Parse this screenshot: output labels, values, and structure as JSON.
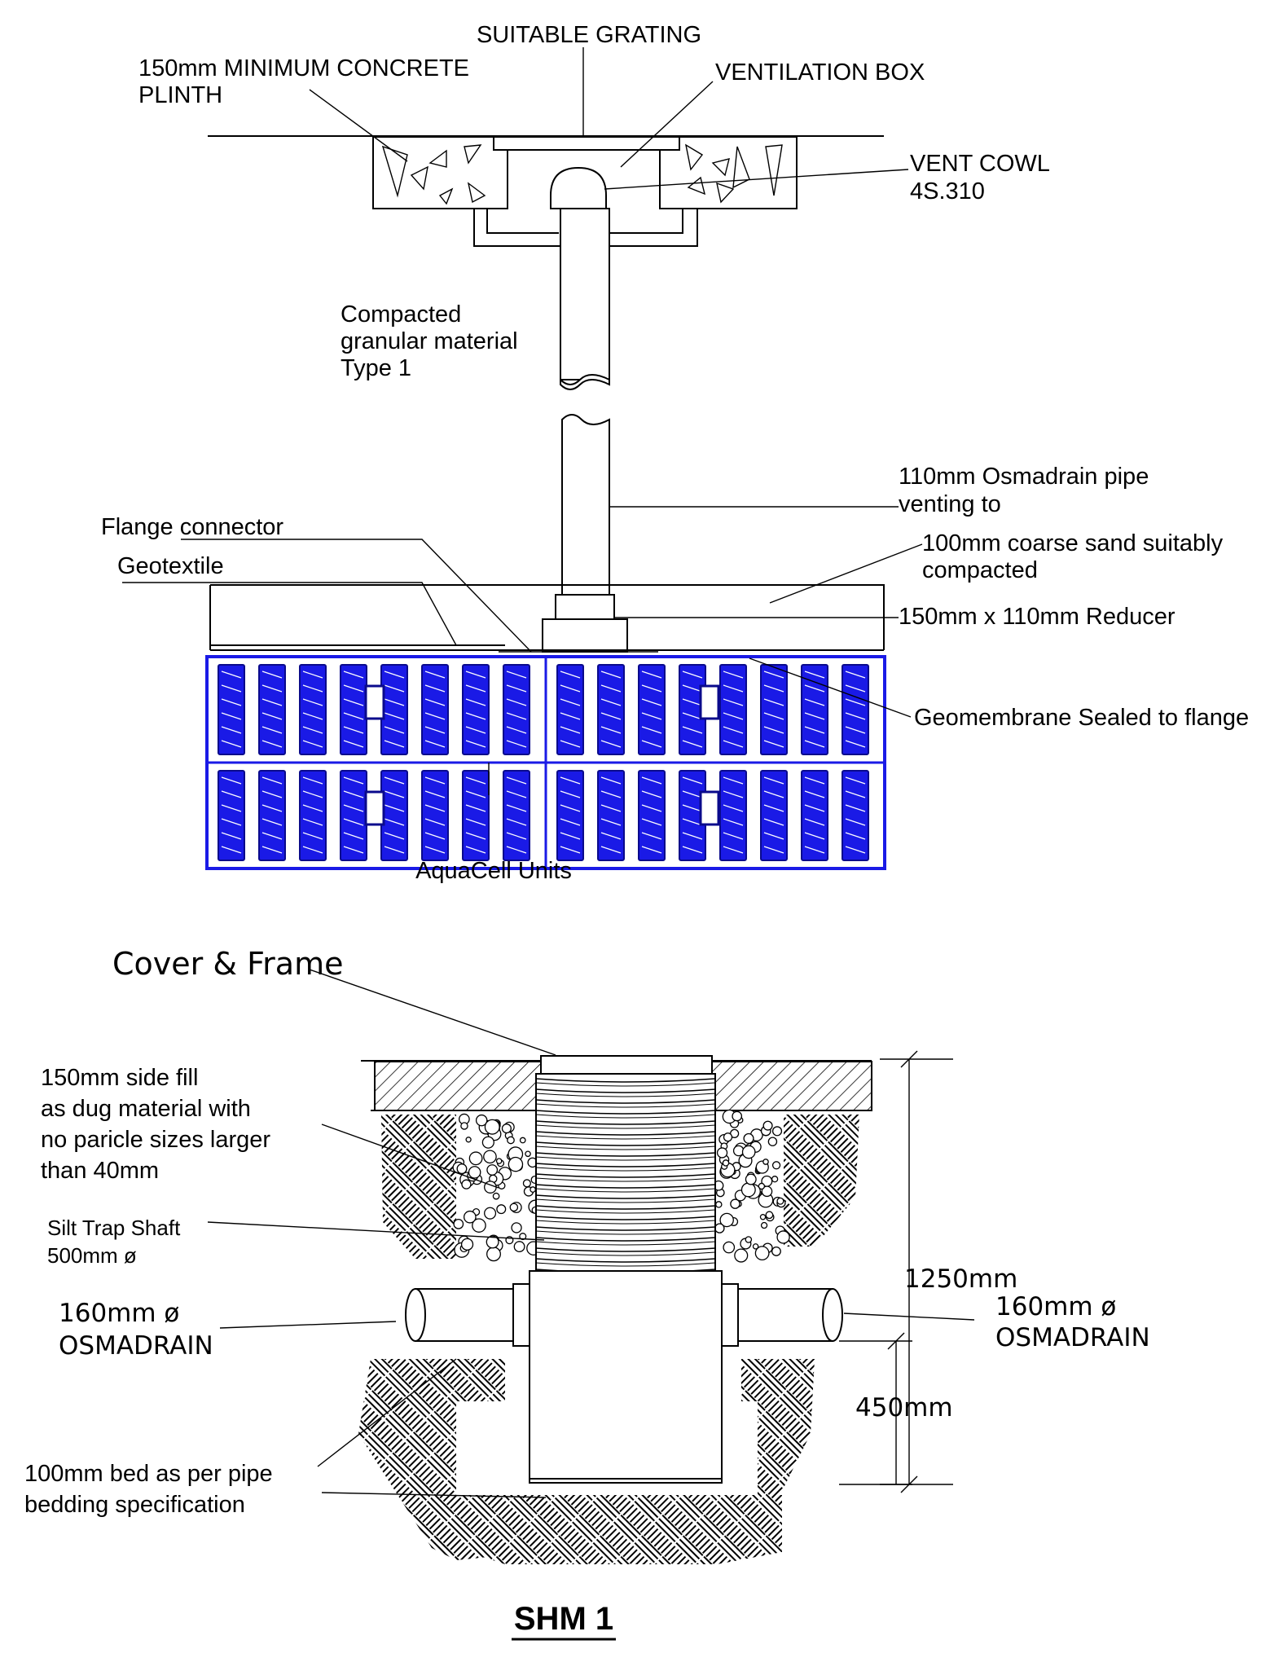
{
  "vent_detail": {
    "labels": {
      "grating": "SUITABLE GRATING",
      "plinth_line1": "150mm MINIMUM CONCRETE",
      "plinth_line2": "PLINTH",
      "vent_box": "VENTILATION BOX",
      "cowl_line1": "VENT COWL",
      "cowl_line2": "4S.310",
      "granular_line1": "Compacted",
      "granular_line2": "granular material",
      "granular_line3": "Type 1",
      "pipe_line1": "110mm Osmadrain pipe",
      "pipe_line2": "venting to",
      "flange": "Flange connector",
      "geotextile": "Geotextile",
      "sand_line1": "100mm coarse sand suitably",
      "sand_line2": "compacted",
      "reducer": "150mm x 110mm Reducer",
      "geomembrane": "Geomembrane Sealed to flange",
      "aquacell": "AquaCell Units"
    },
    "colors": {
      "aquacell": "#1a1ae6",
      "aquacell_dark": "#0a0a8c"
    }
  },
  "silt_trap_detail": {
    "labels": {
      "cover": "Cover & Frame",
      "sidefill_line1": "150mm side fill",
      "sidefill_line2": "as dug material with",
      "sidefill_line3": "no paricle sizes larger",
      "sidefill_line4": "than 40mm",
      "shaft_line1": "Silt Trap Shaft",
      "shaft_line2": "500mm ø",
      "pipe_left_line1": "160mm ø",
      "pipe_left_line2": "OSMADRAIN",
      "pipe_right_line1": "160mm ø",
      "pipe_right_line2": "OSMADRAIN",
      "bed_line1": "100mm bed as per pipe",
      "bed_line2": "bedding specification",
      "dim_total": "1250mm",
      "dim_invert": "450mm"
    }
  },
  "title": "SHM 1"
}
